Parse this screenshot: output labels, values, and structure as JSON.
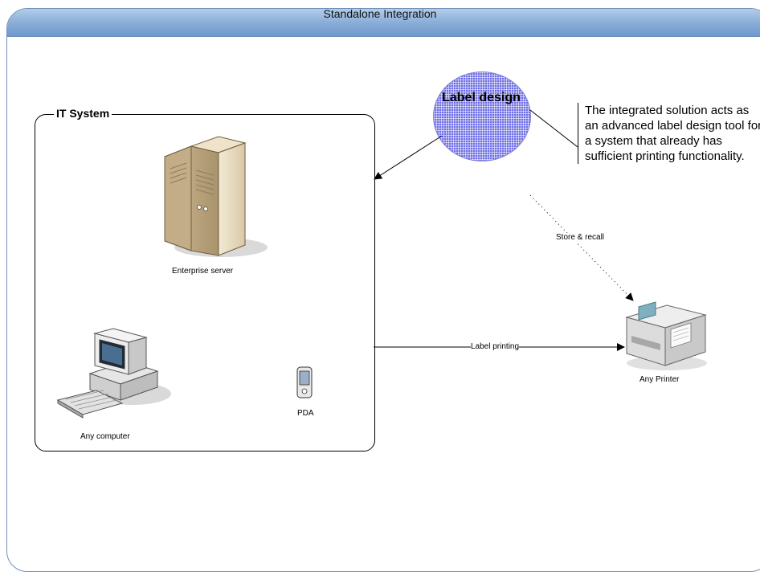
{
  "header": {
    "title": "Standalone Integration"
  },
  "it_system": {
    "label": "IT System"
  },
  "nodes": {
    "server": "Enterprise server",
    "computer": "Any computer",
    "pda": "PDA",
    "printer": "Any Printer",
    "label_design": "Label design"
  },
  "note": "The integrated solution acts as an advanced label design tool for a system that already has sufficient printing functionality.",
  "edges": {
    "store_recall": "Store & recall",
    "label_printing": "Label printing"
  },
  "colors": {
    "header": "#8eb1da",
    "circle": "#6e6ee6",
    "frame_border": "#6d8fb9"
  }
}
